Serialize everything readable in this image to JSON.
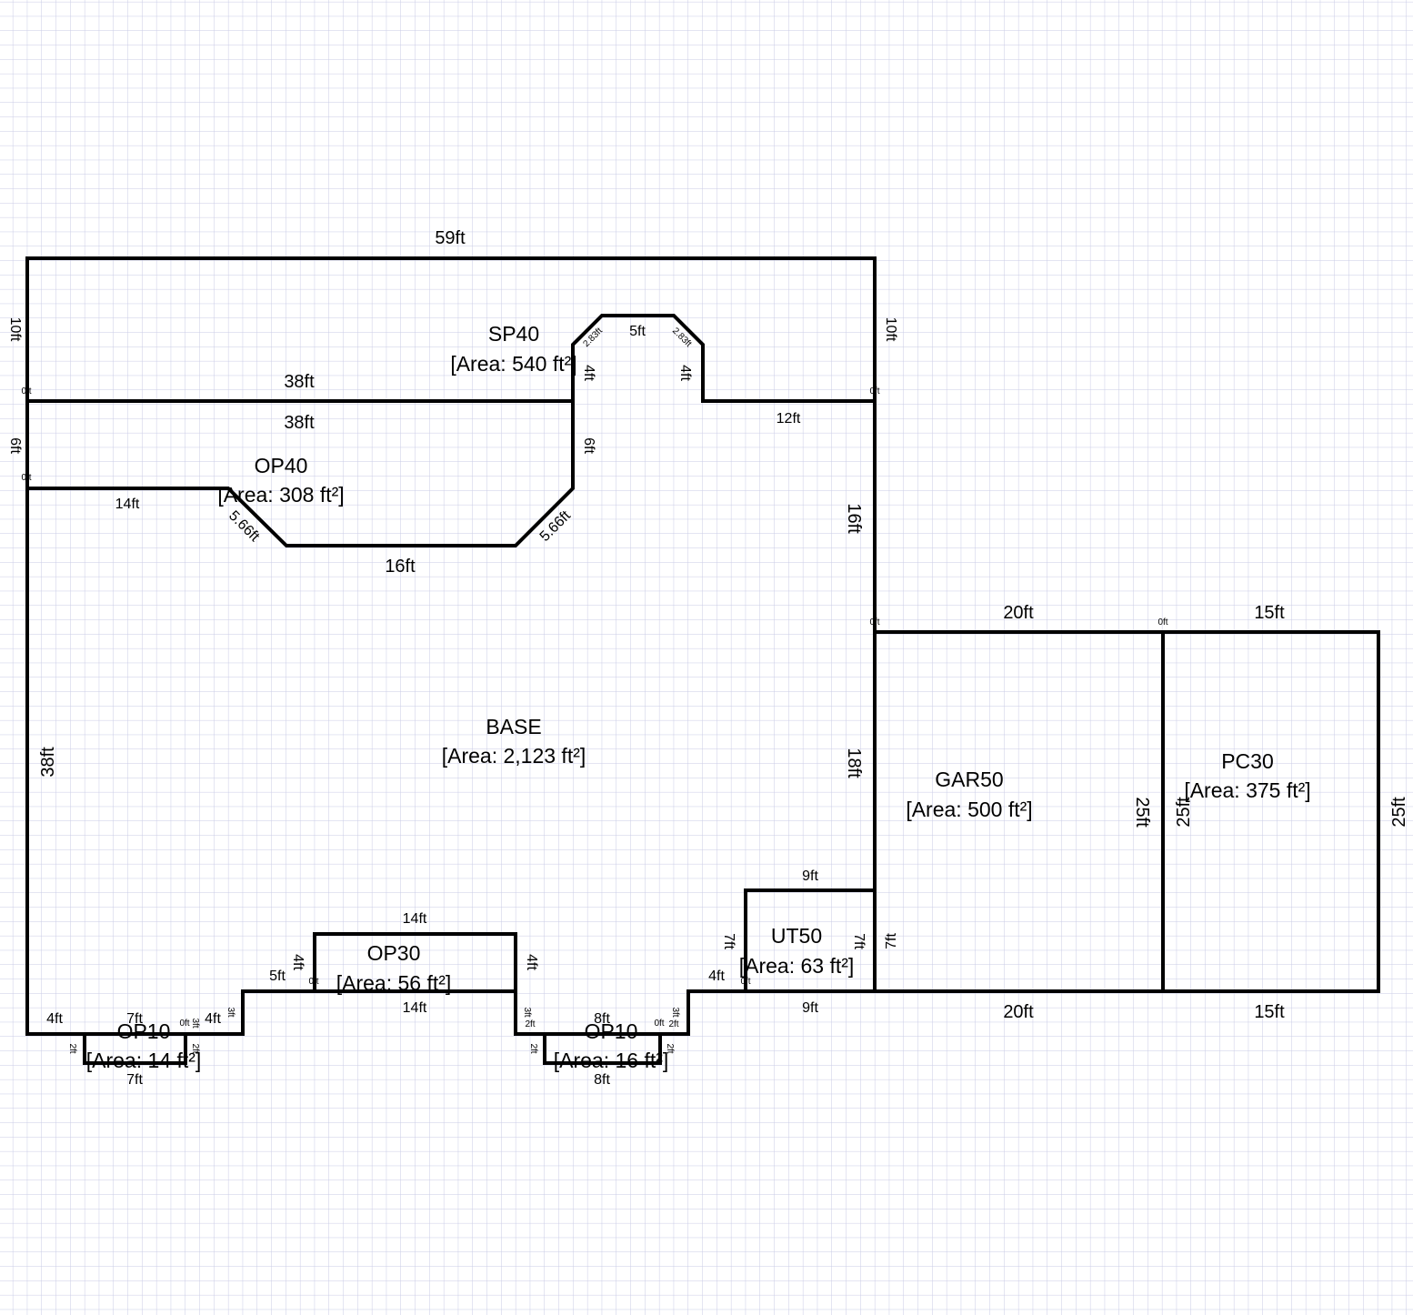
{
  "colors": {
    "grid": "#c9cbe6",
    "grid_bg": "#ffffff",
    "line": "#000000"
  },
  "areas": [
    {
      "id": "sp40",
      "name": "SP40",
      "value": "[Area: 540 ft²]"
    },
    {
      "id": "op40",
      "name": "OP40",
      "value": "[Area: 308 ft²]"
    },
    {
      "id": "base",
      "name": "BASE",
      "value": "[Area: 2,123 ft²]"
    },
    {
      "id": "gar50",
      "name": "GAR50",
      "value": "[Area: 500 ft²]"
    },
    {
      "id": "pc30",
      "name": "PC30",
      "value": "[Area: 375 ft²]"
    },
    {
      "id": "ut50",
      "name": "UT50",
      "value": "[Area: 63 ft²]"
    },
    {
      "id": "op30",
      "name": "OP30",
      "value": "[Area: 56 ft²]"
    },
    {
      "id": "op10-left",
      "name": "OP10",
      "value": "[Area: 14 ft²]"
    },
    {
      "id": "op10-right",
      "name": "OP10",
      "value": "[Area: 16 ft²]"
    }
  ],
  "dimensions": [
    "59ft",
    "10ft",
    "10ft",
    "38ft",
    "38ft",
    "6ft",
    "14ft",
    "5.66ft",
    "16ft",
    "5.66ft",
    "6ft",
    "4ft",
    "2.83ft",
    "5ft",
    "2.83ft",
    "4ft",
    "12ft",
    "16ft",
    "18ft",
    "38ft",
    "20ft",
    "15ft",
    "25ft",
    "25ft",
    "25ft",
    "20ft",
    "15ft",
    "9ft",
    "7ft",
    "7ft",
    "7ft",
    "9ft",
    "4ft",
    "14ft",
    "4ft",
    "5ft",
    "4ft",
    "14ft",
    "4ft",
    "7ft",
    "7ft",
    "4ft",
    "8ft",
    "8ft",
    "0ft",
    "0ft",
    "0ft",
    "0ft",
    "0ft",
    "0ft",
    "0ft",
    "0ft",
    "0ft",
    "2ft",
    "2ft",
    "3ft",
    "3ft",
    "2ft",
    "2ft",
    "2ft",
    "3ft",
    "3ft",
    "2ft"
  ]
}
